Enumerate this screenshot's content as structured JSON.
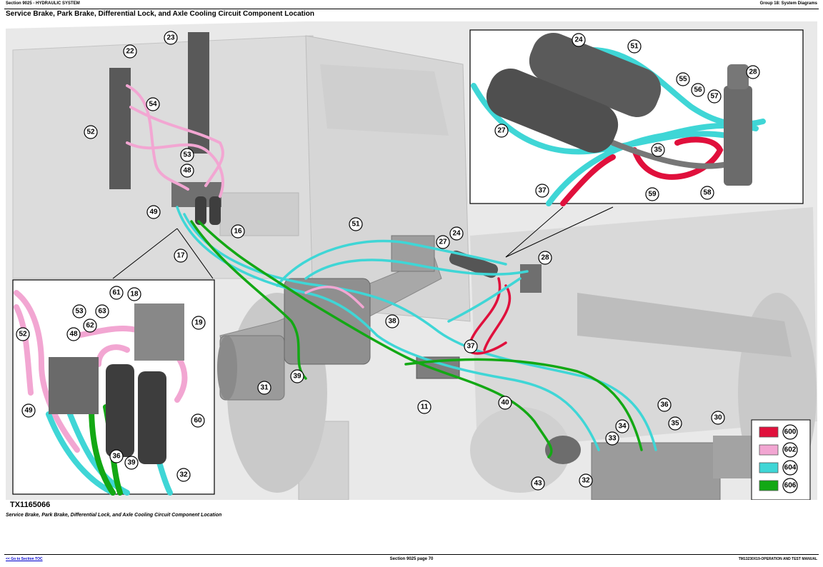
{
  "header": {
    "left": "Section 9025 - HYDRAULIC SYSTEM",
    "right": "Group 18: System Diagrams"
  },
  "title": "Service Brake, Park Brake, Differential Lock, and Axle Cooling Circuit Component Location",
  "figure_id": "TX1165066",
  "caption": "Service Brake, Park Brake, Differential Lock, and Axle Cooling Circuit Component Location",
  "legend": [
    {
      "label": "600",
      "color": "#e0103c"
    },
    {
      "label": "602",
      "color": "#f2a6d2"
    },
    {
      "label": "604",
      "color": "#3fd6d6"
    },
    {
      "label": "606",
      "color": "#13a814"
    }
  ],
  "callouts": {
    "main": [
      "22",
      "23",
      "54",
      "52",
      "53",
      "48",
      "49",
      "16",
      "17",
      "51",
      "27",
      "24",
      "28",
      "38",
      "37",
      "31",
      "39",
      "11",
      "40",
      "36",
      "34",
      "35",
      "33",
      "32",
      "43",
      "30"
    ],
    "inset_top": [
      "24",
      "51",
      "27",
      "55",
      "56",
      "57",
      "28",
      "35",
      "37",
      "59",
      "58"
    ],
    "inset_left": [
      "61",
      "18",
      "53",
      "52",
      "48",
      "63",
      "62",
      "19",
      "49",
      "60",
      "36",
      "39",
      "32"
    ]
  },
  "footer": {
    "left": "<< Go to Section TOC",
    "center": "Section 9025 page 70",
    "right": "TM13230X19-OPERATION AND TEST MANUAL"
  },
  "colors": {
    "red_line": "#e0103c",
    "pink_line": "#f2a6d2",
    "cyan_line": "#3fd6d6",
    "green_line": "#13a814"
  }
}
